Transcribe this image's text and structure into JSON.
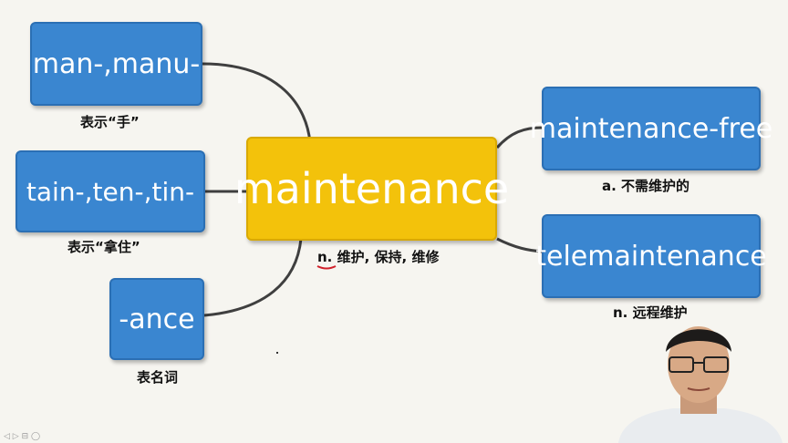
{
  "center": {
    "label": "maintenance",
    "meaning": "n. 维护, 保持, 维修"
  },
  "left_nodes": [
    {
      "label": "man-,manu-",
      "meaning": "表示“手”"
    },
    {
      "label": "tain-,ten-,tin-",
      "meaning": "表示“拿住”"
    },
    {
      "label": "-ance",
      "meaning": "表名词"
    }
  ],
  "right_nodes": [
    {
      "label": "maintenance-free",
      "meaning": "a. 不需维护的"
    },
    {
      "label": "telemaintenance",
      "meaning": "n. 远程维护"
    }
  ],
  "colors": {
    "central_node": "#f3c20b",
    "branch_node": "#3a86d0",
    "connector": "#3f3f3f",
    "underline": "#d0202a",
    "background": "#f6f5f0"
  },
  "overlay": {
    "presenter": "person-avatar",
    "controls_text": "◁ ▷ ⊟ ◯"
  }
}
